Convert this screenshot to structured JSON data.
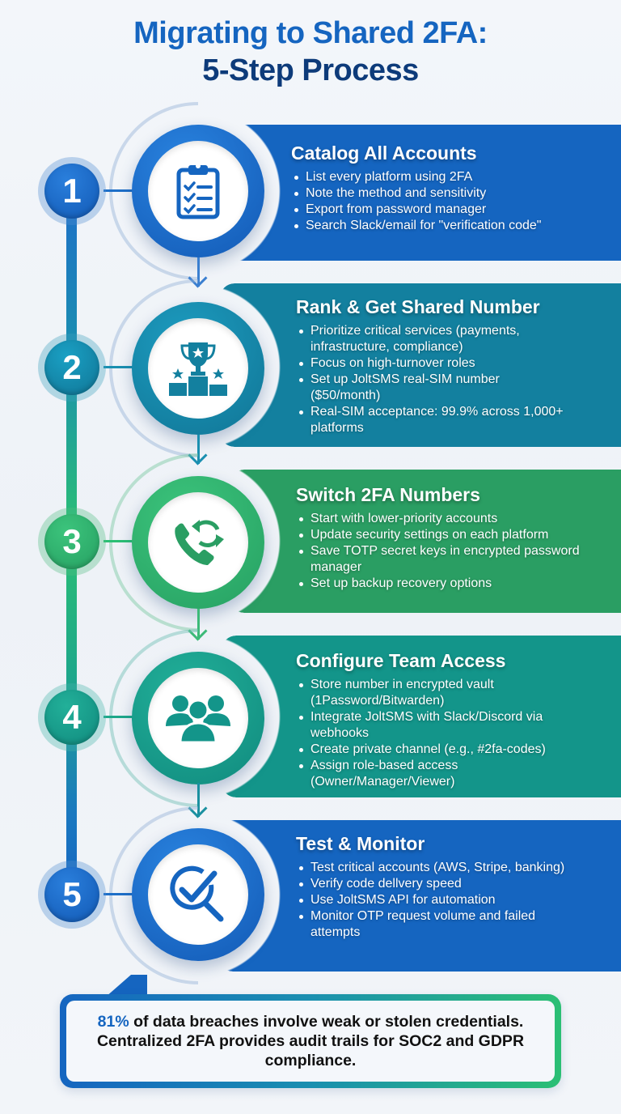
{
  "title": {
    "line1": "Migrating to Shared 2FA:",
    "line2": "5-Step Process"
  },
  "colors": {
    "blue": "#1565c0",
    "teal": "#13809f",
    "green": "#2a9e63",
    "sea": "#13958a",
    "navy": "#0d3b7a"
  },
  "steps": [
    {
      "number": "1",
      "icon": "clipboard-checklist-icon",
      "title": "Catalog All Accounts",
      "bullets": [
        "List every platform using 2FA",
        "Note the method and sensitivity",
        "Export from password manager",
        "Search Slack/email for \"verification code\""
      ]
    },
    {
      "number": "2",
      "icon": "trophy-podium-icon",
      "title": "Rank & Get Shared Number",
      "bullets": [
        "Prioritize critical services (payments, infrastructure, compliance)",
        "Focus on high-turnover roles",
        "Set up JoltSMS real-SIM number ($50/month)",
        "Real-SIM acceptance: 99.9% across 1,000+ platforms"
      ]
    },
    {
      "number": "3",
      "icon": "phone-switch-icon",
      "title": "Switch 2FA Numbers",
      "bullets": [
        "Start with lower-priority accounts",
        "Update security settings on each platform",
        "Save TOTP secret keys in encrypted password manager",
        "Set up backup recovery options"
      ]
    },
    {
      "number": "4",
      "icon": "team-users-icon",
      "title": "Configure Team Access",
      "bullets": [
        "Store number in encrypted vault (1Password/Bitwarden)",
        "Integrate JoltSMS with Slack/Discord via webhooks",
        "Create private channel (e.g., #2fa-codes)",
        "Assign role-based access (Owner/Manager/Viewer)"
      ]
    },
    {
      "number": "5",
      "icon": "search-check-icon",
      "title": "Test & Monitor",
      "bullets": [
        "Test critical accounts (AWS, Stripe, banking)",
        "Verify code dellvery speed",
        "Use JoltSMS API for automation",
        "Monitor OTP request volume and failed attempts"
      ]
    }
  ],
  "footer": {
    "stat": "81%",
    "text_after_stat": " of data breaches involve weak or stolen credentials. Centralized 2FA provides audit trails for SOC2 and GDPR compliance."
  }
}
